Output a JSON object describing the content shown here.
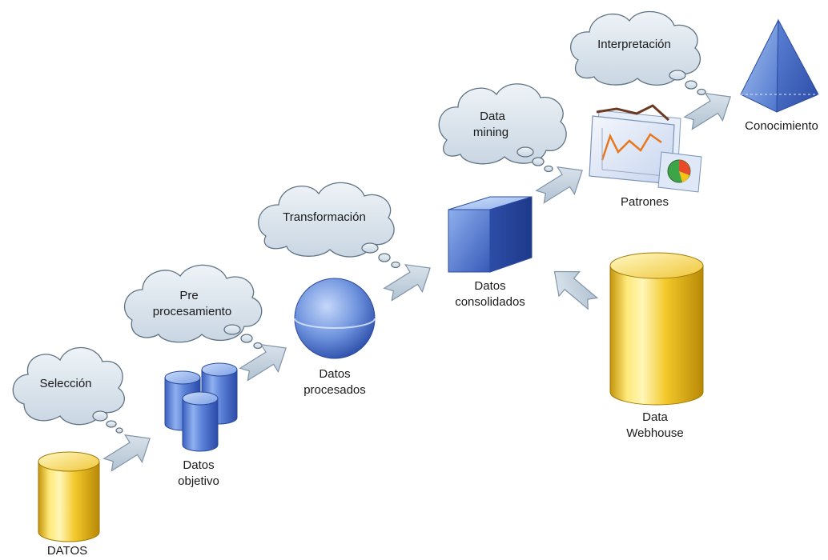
{
  "steps": {
    "seleccion": "Selección",
    "preprocesamiento": [
      "Pre",
      "procesamiento"
    ],
    "transformacion": "Transformación",
    "data_mining": [
      "Data",
      "mining"
    ],
    "interpretacion": "Interpretación"
  },
  "nodes": {
    "datos": "DATOS",
    "datos_objetivo": [
      "Datos",
      "objetivo"
    ],
    "datos_procesados": [
      "Datos",
      "procesados"
    ],
    "datos_consolidados": [
      "Datos",
      "consolidados"
    ],
    "data_webhouse": [
      "Data",
      "Webhouse"
    ],
    "patrones": "Patrones",
    "conocimiento": "Conocimiento"
  },
  "colors": {
    "cloud_fill": "#dbe5ee",
    "cloud_stroke": "#5f7385",
    "blue_light": "#a8c4ef",
    "blue_dark": "#2f55b8",
    "gold_light": "#fff3a0",
    "gold_dark": "#c99a08",
    "arrow_fill": "#c4d3e0",
    "arrow_stroke": "#8094a8"
  }
}
